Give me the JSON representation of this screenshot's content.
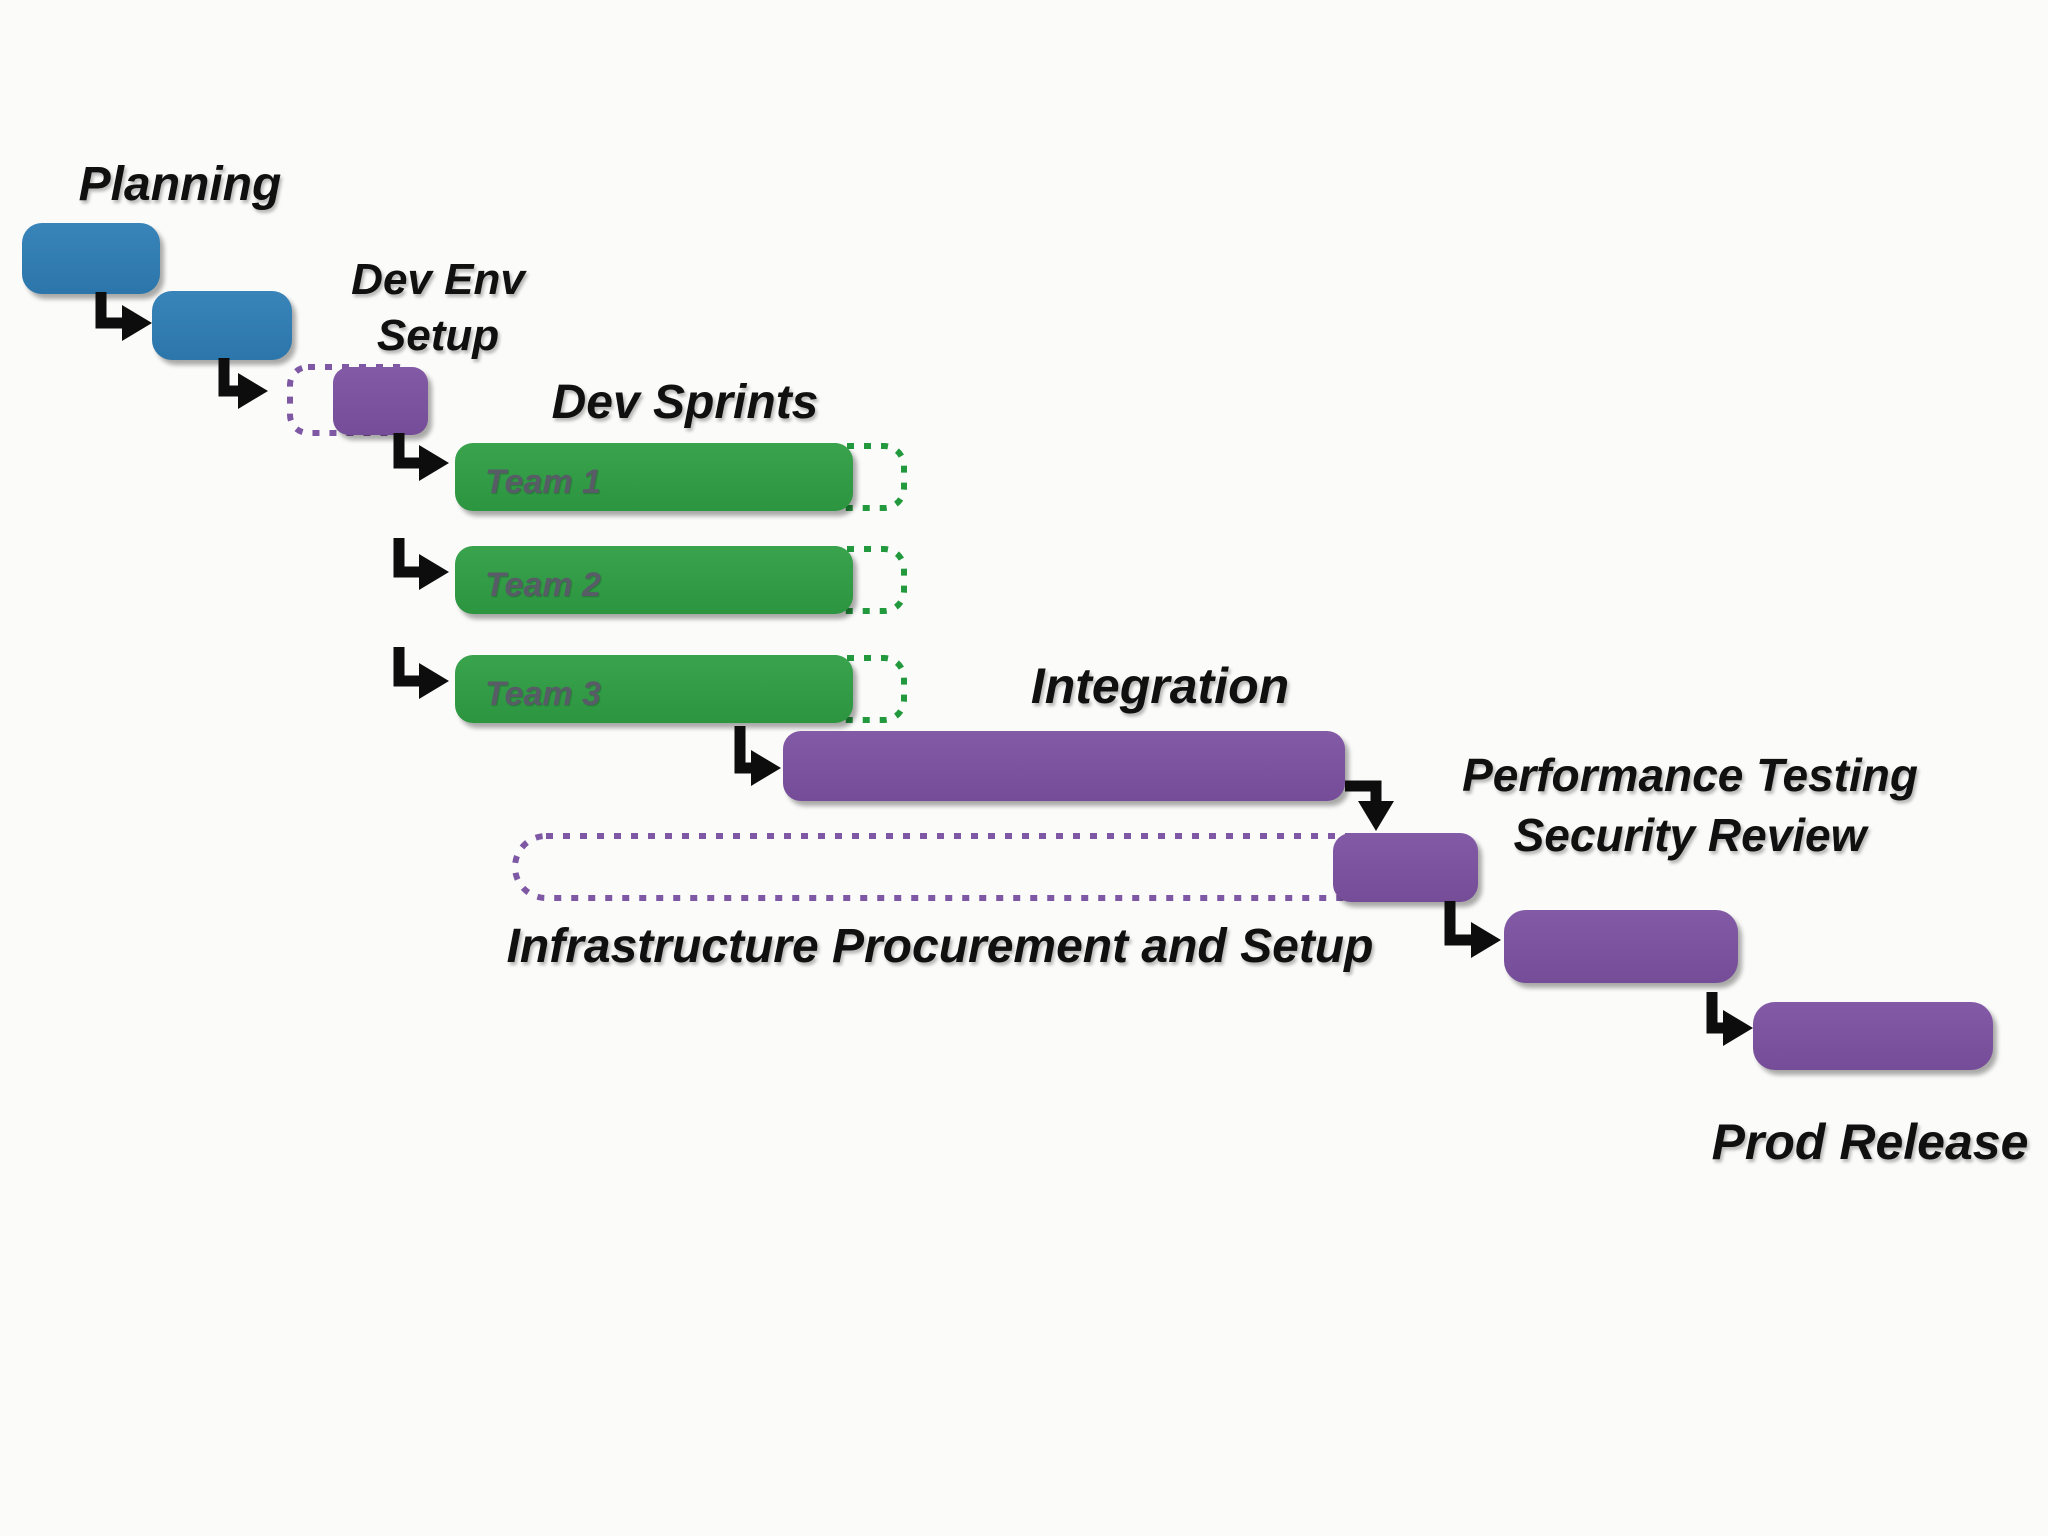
{
  "diagram": {
    "type": "gantt-flow",
    "background": "#fbfbfa",
    "colors": {
      "planning_bar": "#2e7db5",
      "phase_bar": "#7c51a1",
      "sprint_bar": "#2f9e44",
      "ghost_outline_purple": "#7e58a4",
      "ghost_outline_green": "#21993c",
      "arrow": "#0d0d0d",
      "title_text": "#101010",
      "team_text": "#575c66"
    },
    "labels": {
      "planning": "Planning",
      "dev_env_setup_line1": "Dev Env",
      "dev_env_setup_line2": "Setup",
      "dev_sprints": "Dev Sprints",
      "integration": "Integration",
      "infrastructure": "Infrastructure Procurement and Setup",
      "perf_line1": "Performance Testing",
      "perf_line2": "Security Review",
      "prod_release": "Prod Release"
    },
    "teams": [
      "Team 1",
      "Team 2",
      "Team 3"
    ],
    "flow": [
      "Planning",
      "Dev Env Setup",
      "Dev Sprints",
      "Integration",
      "Infrastructure Procurement and Setup",
      "Performance Testing",
      "Security Review",
      "Prod Release"
    ],
    "structure": {
      "planning_bars": 2,
      "sprint_bars": 3,
      "ghost_bars": [
        "Dev Env Setup lead-in",
        "Team 1 extension",
        "Team 2 extension",
        "Team 3 extension",
        "Infrastructure Procurement and Setup"
      ],
      "dependency_arrows": 9
    }
  }
}
